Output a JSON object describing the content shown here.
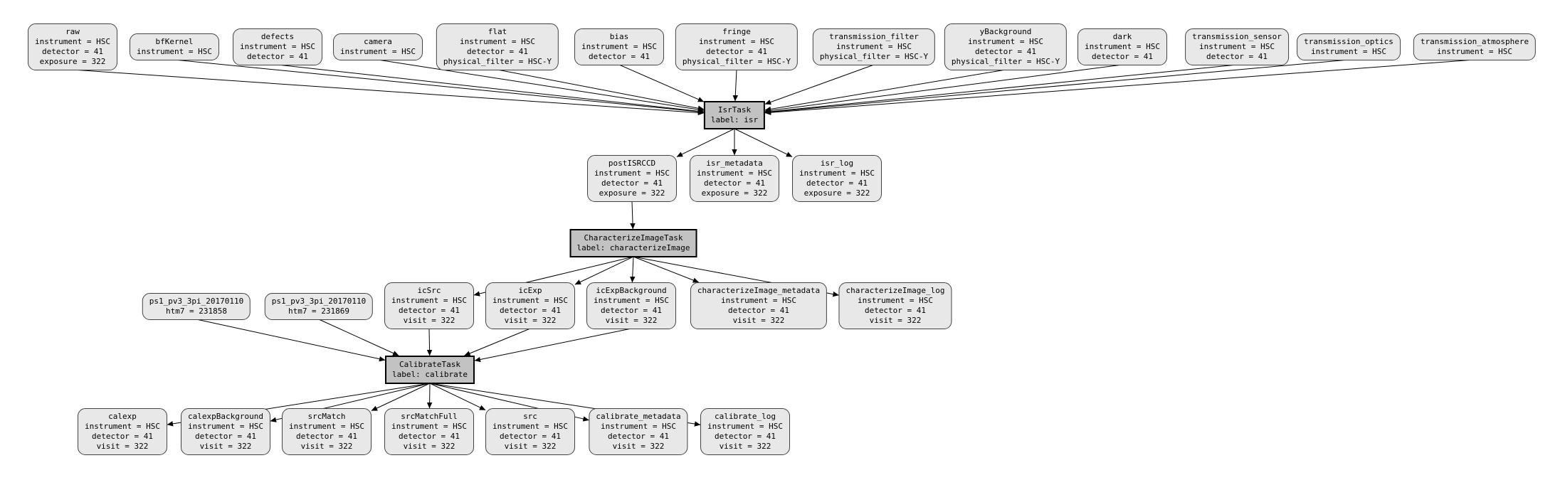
{
  "diagram": {
    "kind": "pipeline-quantum-graph",
    "colors": {
      "background": "#ffffff",
      "dataset_fill": "#e8e8e8",
      "task_fill": "#c2c2c2",
      "dataset_border": "#424242",
      "task_border": "#000000",
      "edge": "#000000"
    }
  },
  "nodes": {
    "raw": {
      "type": "dataset",
      "lines": [
        "raw",
        "instrument = HSC",
        "detector = 41",
        "exposure = 322"
      ]
    },
    "bfKernel": {
      "type": "dataset",
      "lines": [
        "bfKernel",
        "instrument = HSC"
      ]
    },
    "defects": {
      "type": "dataset",
      "lines": [
        "defects",
        "instrument = HSC",
        "detector = 41"
      ]
    },
    "camera": {
      "type": "dataset",
      "lines": [
        "camera",
        "instrument = HSC"
      ]
    },
    "flat": {
      "type": "dataset",
      "lines": [
        "flat",
        "instrument = HSC",
        "detector = 41",
        "physical_filter = HSC-Y"
      ]
    },
    "bias": {
      "type": "dataset",
      "lines": [
        "bias",
        "instrument = HSC",
        "detector = 41"
      ]
    },
    "fringe": {
      "type": "dataset",
      "lines": [
        "fringe",
        "instrument = HSC",
        "detector = 41",
        "physical_filter = HSC-Y"
      ]
    },
    "transmission_filter": {
      "type": "dataset",
      "lines": [
        "transmission_filter",
        "instrument = HSC",
        "physical_filter = HSC-Y"
      ]
    },
    "yBackground": {
      "type": "dataset",
      "lines": [
        "yBackground",
        "instrument = HSC",
        "detector = 41",
        "physical_filter = HSC-Y"
      ]
    },
    "dark": {
      "type": "dataset",
      "lines": [
        "dark",
        "instrument = HSC",
        "detector = 41"
      ]
    },
    "transmission_sensor": {
      "type": "dataset",
      "lines": [
        "transmission_sensor",
        "instrument = HSC",
        "detector = 41"
      ]
    },
    "transmission_optics": {
      "type": "dataset",
      "lines": [
        "transmission_optics",
        "instrument = HSC"
      ]
    },
    "transmission_atmosphere": {
      "type": "dataset",
      "lines": [
        "transmission_atmosphere",
        "instrument = HSC"
      ]
    },
    "isr": {
      "type": "task",
      "lines": [
        "IsrTask",
        "label: isr"
      ]
    },
    "postISRCCD": {
      "type": "dataset",
      "lines": [
        "postISRCCD",
        "instrument = HSC",
        "detector = 41",
        "exposure = 322"
      ]
    },
    "isr_metadata": {
      "type": "dataset",
      "lines": [
        "isr_metadata",
        "instrument = HSC",
        "detector = 41",
        "exposure = 322"
      ]
    },
    "isr_log": {
      "type": "dataset",
      "lines": [
        "isr_log",
        "instrument = HSC",
        "detector = 41",
        "exposure = 322"
      ]
    },
    "characterizeImage": {
      "type": "task",
      "lines": [
        "CharacterizeImageTask",
        "label: characterizeImage"
      ]
    },
    "ps1_231858": {
      "type": "dataset",
      "lines": [
        "ps1_pv3_3pi_20170110",
        "htm7 = 231858"
      ]
    },
    "ps1_231869": {
      "type": "dataset",
      "lines": [
        "ps1_pv3_3pi_20170110",
        "htm7 = 231869"
      ]
    },
    "icSrc": {
      "type": "dataset",
      "lines": [
        "icSrc",
        "instrument = HSC",
        "detector = 41",
        "visit = 322"
      ]
    },
    "icExp": {
      "type": "dataset",
      "lines": [
        "icExp",
        "instrument = HSC",
        "detector = 41",
        "visit = 322"
      ]
    },
    "icExpBackground": {
      "type": "dataset",
      "lines": [
        "icExpBackground",
        "instrument = HSC",
        "detector = 41",
        "visit = 322"
      ]
    },
    "characterizeImage_metadata": {
      "type": "dataset",
      "lines": [
        "characterizeImage_metadata",
        "instrument = HSC",
        "detector = 41",
        "visit = 322"
      ]
    },
    "characterizeImage_log": {
      "type": "dataset",
      "lines": [
        "characterizeImage_log",
        "instrument = HSC",
        "detector = 41",
        "visit = 322"
      ]
    },
    "calibrate": {
      "type": "task",
      "lines": [
        "CalibrateTask",
        "label: calibrate"
      ]
    },
    "calexp": {
      "type": "dataset",
      "lines": [
        "calexp",
        "instrument = HSC",
        "detector = 41",
        "visit = 322"
      ]
    },
    "calexpBackground": {
      "type": "dataset",
      "lines": [
        "calexpBackground",
        "instrument = HSC",
        "detector = 41",
        "visit = 322"
      ]
    },
    "srcMatch": {
      "type": "dataset",
      "lines": [
        "srcMatch",
        "instrument = HSC",
        "detector = 41",
        "visit = 322"
      ]
    },
    "srcMatchFull": {
      "type": "dataset",
      "lines": [
        "srcMatchFull",
        "instrument = HSC",
        "detector = 41",
        "visit = 322"
      ]
    },
    "src": {
      "type": "dataset",
      "lines": [
        "src",
        "instrument = HSC",
        "detector = 41",
        "visit = 322"
      ]
    },
    "calibrate_metadata": {
      "type": "dataset",
      "lines": [
        "calibrate_metadata",
        "instrument = HSC",
        "detector = 41",
        "visit = 322"
      ]
    },
    "calibrate_log": {
      "type": "dataset",
      "lines": [
        "calibrate_log",
        "instrument = HSC",
        "detector = 41",
        "visit = 322"
      ]
    }
  },
  "edges": [
    [
      "raw",
      "isr"
    ],
    [
      "bfKernel",
      "isr"
    ],
    [
      "defects",
      "isr"
    ],
    [
      "camera",
      "isr"
    ],
    [
      "flat",
      "isr"
    ],
    [
      "bias",
      "isr"
    ],
    [
      "fringe",
      "isr"
    ],
    [
      "transmission_filter",
      "isr"
    ],
    [
      "yBackground",
      "isr"
    ],
    [
      "dark",
      "isr"
    ],
    [
      "transmission_sensor",
      "isr"
    ],
    [
      "transmission_optics",
      "isr"
    ],
    [
      "transmission_atmosphere",
      "isr"
    ],
    [
      "isr",
      "postISRCCD"
    ],
    [
      "isr",
      "isr_metadata"
    ],
    [
      "isr",
      "isr_log"
    ],
    [
      "postISRCCD",
      "characterizeImage"
    ],
    [
      "characterizeImage",
      "icSrc"
    ],
    [
      "characterizeImage",
      "icExp"
    ],
    [
      "characterizeImage",
      "icExpBackground"
    ],
    [
      "characterizeImage",
      "characterizeImage_metadata"
    ],
    [
      "characterizeImage",
      "characterizeImage_log"
    ],
    [
      "ps1_231858",
      "calibrate"
    ],
    [
      "ps1_231869",
      "calibrate"
    ],
    [
      "icSrc",
      "calibrate"
    ],
    [
      "icExp",
      "calibrate"
    ],
    [
      "icExpBackground",
      "calibrate"
    ],
    [
      "calibrate",
      "calexp"
    ],
    [
      "calibrate",
      "calexpBackground"
    ],
    [
      "calibrate",
      "srcMatch"
    ],
    [
      "calibrate",
      "srcMatchFull"
    ],
    [
      "calibrate",
      "src"
    ],
    [
      "calibrate",
      "calibrate_metadata"
    ],
    [
      "calibrate",
      "calibrate_log"
    ]
  ]
}
